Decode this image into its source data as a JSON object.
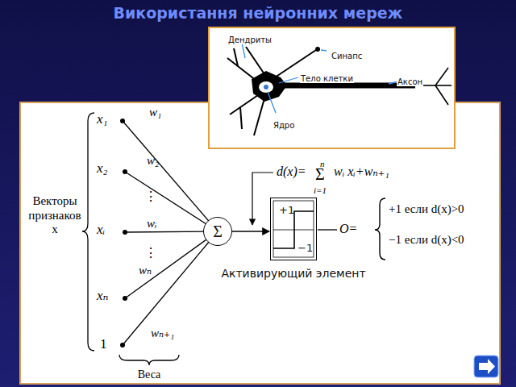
{
  "diagram": {
    "title": "Використання нейронних мереж",
    "nodes": [
      {
        "text": [
          "Дендриты",
          "Синапс",
          "Тело клетки",
          "Аксон",
          "Ядро"
        ]
      },
      {
        "text": [
          "Σ"
        ]
      },
      {
        "text": [
          "+1",
          "−1",
          "Активирующий элемент"
        ]
      }
    ],
    "edges": [
      {
        "from": 1,
        "to": 2,
        "arrow": "to"
      }
    ],
    "labels": [
      "x₁",
      "w₁",
      "x₂",
      "w₂",
      "⋮",
      "xᵢ",
      "wᵢ",
      "⋮",
      "xₙ",
      "wₙ",
      "1",
      "wₙ₊₁",
      "Векторы признаков x",
      "Веса",
      "d(x)=",
      "n",
      "Σ",
      "i=1",
      "wᵢ xᵢ+wₙ₊₁",
      "O=",
      "+1 если d(x)>0",
      "−1 если d(x)<0"
    ]
  }
}
